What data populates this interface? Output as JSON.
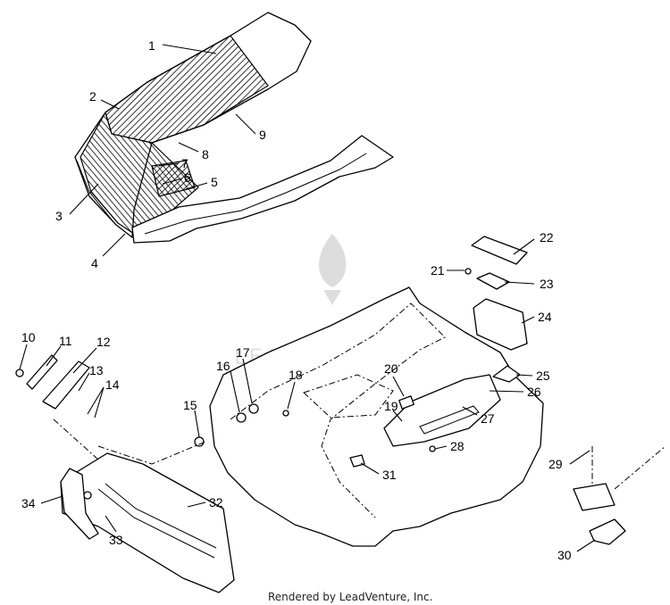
{
  "watermark": {
    "text": "LEADVENTURE"
  },
  "credit": "Rendered by LeadVenture, Inc.",
  "callouts": [
    "1",
    "2",
    "3",
    "4",
    "5",
    "6",
    "7",
    "8",
    "9",
    "10",
    "11",
    "12",
    "13",
    "14",
    "15",
    "16",
    "17",
    "18",
    "19",
    "20",
    "21",
    "22",
    "23",
    "24",
    "25",
    "26",
    "27",
    "28",
    "29",
    "30",
    "31",
    "32",
    "33",
    "34"
  ]
}
